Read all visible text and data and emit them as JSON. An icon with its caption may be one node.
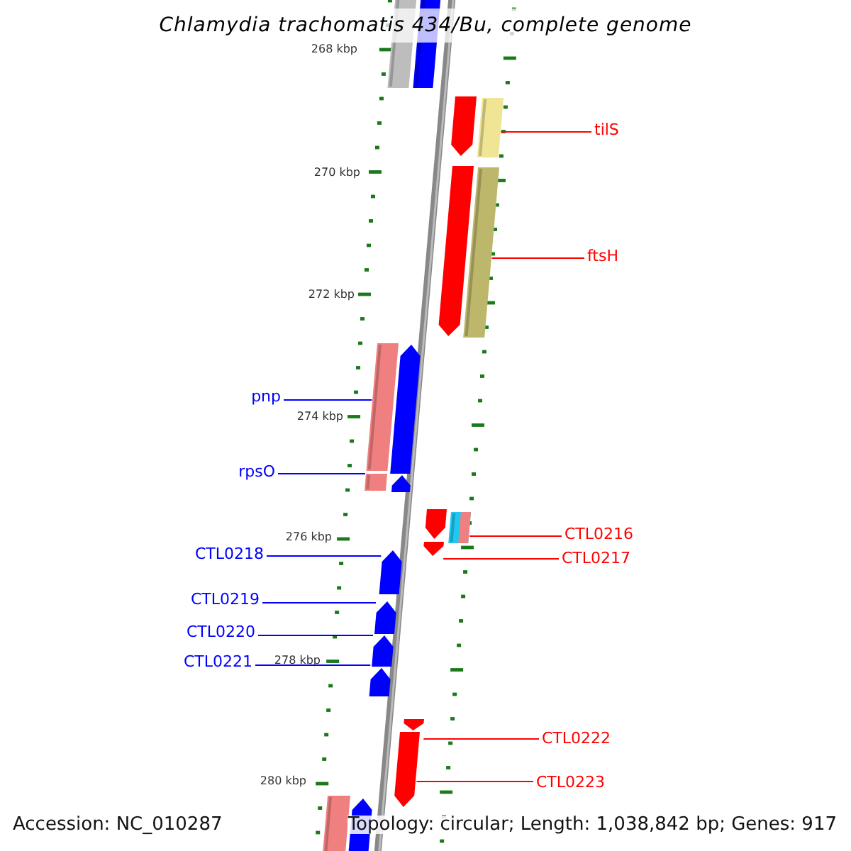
{
  "diagram": {
    "title": "Chlamydia trachomatis 434/Bu, complete genome",
    "nodes": [
      {
        "text": [],
        "shape": "bar"
      },
      {
        "text": [],
        "shape": "bar"
      },
      {
        "text": [],
        "shape": "pentagon"
      },
      {
        "text": [],
        "shape": "bar"
      },
      {
        "text": [
          "tilS"
        ]
      },
      {
        "text": [],
        "shape": "pentagon"
      },
      {
        "text": [],
        "shape": "bar"
      },
      {
        "text": [
          "ftsH"
        ]
      },
      {
        "text": [],
        "shape": "bar"
      },
      {
        "text": [],
        "shape": "pentagon"
      },
      {
        "text": [
          "pnp"
        ]
      },
      {
        "text": [],
        "shape": "bar"
      },
      {
        "text": [],
        "shape": "pentagon"
      },
      {
        "text": [
          "rpsO"
        ]
      },
      {
        "text": [],
        "shape": "pentagon"
      },
      {
        "text": [],
        "shape": "bar"
      },
      {
        "text": [
          "CTL0216"
        ]
      },
      {
        "text": [],
        "shape": "pentagon"
      },
      {
        "text": [
          "CTL0217"
        ]
      },
      {
        "text": [
          "CTL0218"
        ]
      },
      {
        "text": [],
        "shape": "pentagon"
      },
      {
        "text": [
          "CTL0219"
        ]
      },
      {
        "text": [],
        "shape": "pentagon"
      },
      {
        "text": [
          "CTL0220"
        ]
      },
      {
        "text": [],
        "shape": "pentagon"
      },
      {
        "text": [
          "CTL0221"
        ]
      },
      {
        "text": [],
        "shape": "pentagon"
      },
      {
        "text": [],
        "shape": "pentagon"
      },
      {
        "text": [
          "CTL0222"
        ]
      },
      {
        "text": [],
        "shape": "pentagon"
      },
      {
        "text": [
          "CTL0223"
        ]
      },
      {
        "text": [],
        "shape": "bar"
      },
      {
        "text": [],
        "shape": "pentagon"
      }
    ],
    "edges": [
      {
        "from": 4,
        "to": 3,
        "arrow": "none",
        "color": "#ff0000"
      },
      {
        "from": 7,
        "to": 6,
        "arrow": "none",
        "color": "#ff0000"
      },
      {
        "from": 10,
        "to": 8,
        "arrow": "none",
        "color": "#0000ff"
      },
      {
        "from": 13,
        "to": 11,
        "arrow": "none",
        "color": "#0000ff"
      },
      {
        "from": 16,
        "to": 15,
        "arrow": "none",
        "color": "#ff0000"
      },
      {
        "from": 18,
        "to": 17,
        "arrow": "none",
        "color": "#ff0000"
      },
      {
        "from": 19,
        "to": 20,
        "arrow": "none",
        "color": "#0000ff"
      },
      {
        "from": 21,
        "to": 22,
        "arrow": "none",
        "color": "#0000ff"
      },
      {
        "from": 23,
        "to": 24,
        "arrow": "none",
        "color": "#0000ff"
      },
      {
        "from": 25,
        "to": 26,
        "arrow": "none",
        "color": "#0000ff"
      },
      {
        "from": 28,
        "to": 27,
        "arrow": "none",
        "color": "#ff0000"
      },
      {
        "from": 30,
        "to": 29,
        "arrow": "none",
        "color": "#ff0000"
      }
    ],
    "labels": [
      "268 kbp",
      "270 kbp",
      "272 kbp",
      "274 kbp",
      "276 kbp",
      "278 kbp",
      "280 kbp",
      "Accession: NC_010287",
      "Topology: circular; Length: 1,038,842 bp; Genes: 917"
    ]
  }
}
